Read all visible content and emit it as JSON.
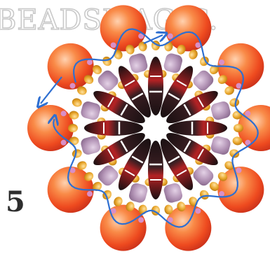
{
  "watermark": {
    "text": "BEADSMAGIC.",
    "color": "#c9c9c9"
  },
  "step": {
    "number": "5"
  },
  "pattern": {
    "outer_pearls": 10,
    "spindle_beads": 12,
    "thread_color": "#2e6fd1",
    "pearl_color": "#f0612a",
    "spindle_color": "#2b1b1f",
    "spindle_accent": "#b42224",
    "cube_color": "#b394b6",
    "seed_gold_color": "#e8a52a",
    "seed_pink_color": "#d98fc6"
  }
}
